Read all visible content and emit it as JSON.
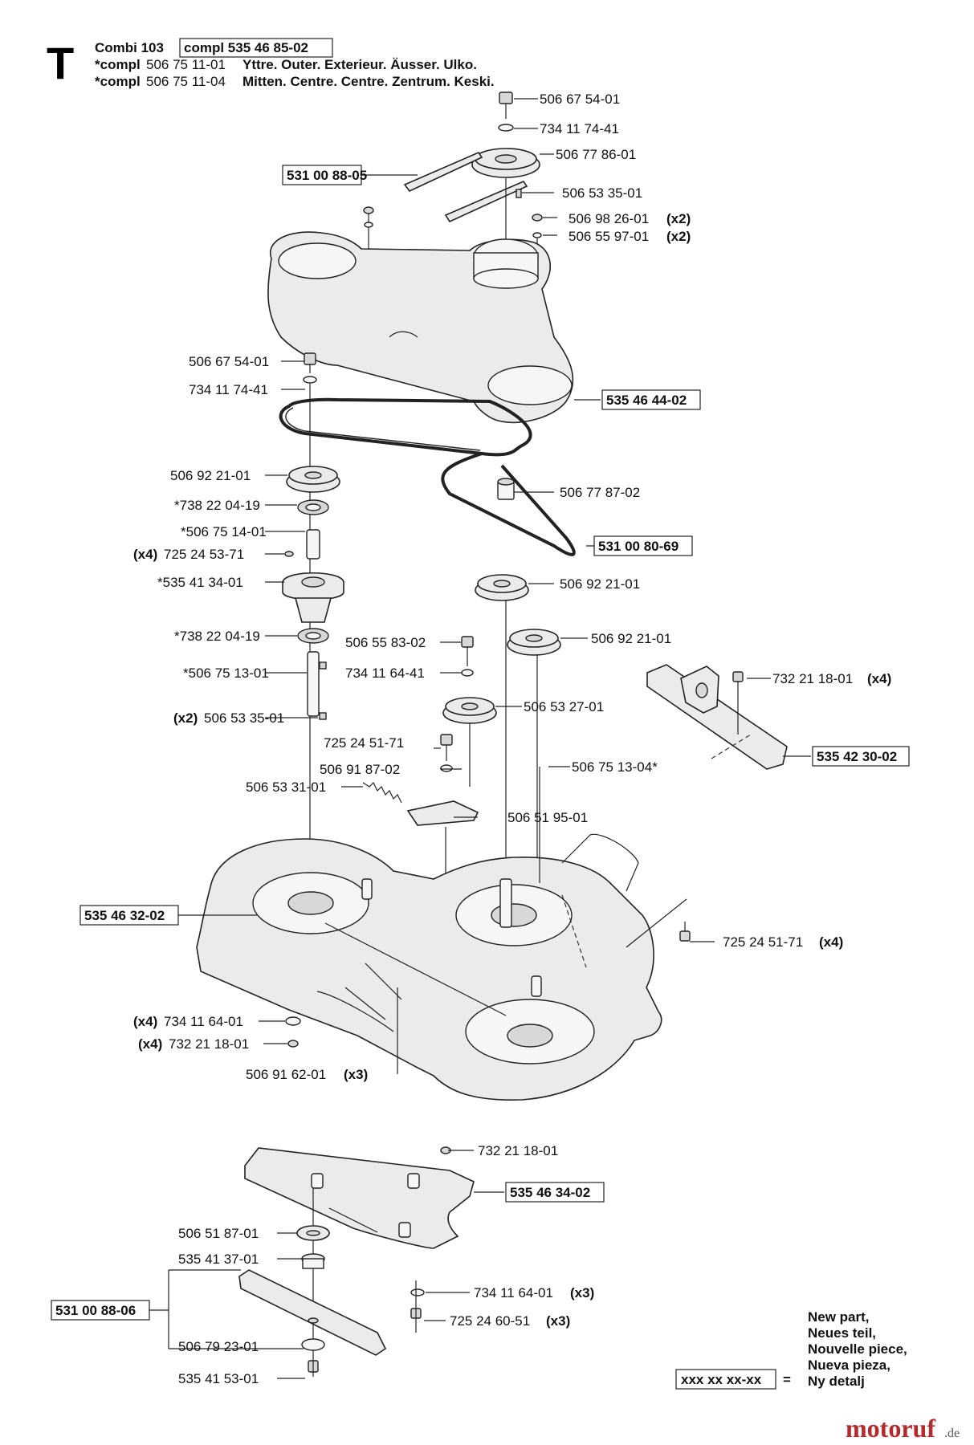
{
  "header": {
    "section": "T",
    "line1_model": "Combi 103",
    "line1_compl": "compl 535 46 85-02",
    "line2_prefix": "*compl",
    "line2_num": "506 75 11-01",
    "line2_desc": "Yttre. Outer. Exterieur. Äusser. Ulko.",
    "line3_prefix": "*compl",
    "line3_num": "506 75 11-04",
    "line3_desc": "Mitten. Centre. Centre. Zentrum. Keski."
  },
  "labels": {
    "p1": "506 67 54-01",
    "p2": "734 11 74-41",
    "p3": "506 77 86-01",
    "p4": "531 00 88-05",
    "p5": "506 53 35-01",
    "p6": "506 98 26-01",
    "p6q": "(x2)",
    "p7": "506 55 97-01",
    "p7q": "(x2)",
    "p8": "506 67 54-01",
    "p9": "734 11 74-41",
    "p10": "535 46 44-02",
    "p11": "506 92 21-01",
    "p12": "506 77 87-02",
    "p13": "*738 22 04-19",
    "p14": "*506 75 14-01",
    "p15q": "(x4)",
    "p15": "725 24 53-71",
    "p16": "531 00 80-69",
    "p17": "*535 41 34-01",
    "p18": "506 92 21-01",
    "p19": "*738 22 04-19",
    "p20": "506 55 83-02",
    "p21": "506 92 21-01",
    "p22": "732 21 18-01",
    "p22q": "(x4)",
    "p23": "*506 75 13-01",
    "p24": "734 11 64-41",
    "p25": "506 53 27-01",
    "p26q": "(x2)",
    "p26": "506 53 35-01",
    "p27": "725 24 51-71",
    "p28": "535 42 30-02",
    "p29": "506 91 87-02",
    "p30": "506 75 13-04*",
    "p31": "506 53 31-01",
    "p32": "506 51 95-01",
    "p33": "535 46 32-02",
    "p34": "725 24 51-71",
    "p34q": "(x4)",
    "p35q": "(x4)",
    "p35": "734 11 64-01",
    "p36q": "(x4)",
    "p36": "732 21 18-01",
    "p37": "506 91 62-01",
    "p37q": "(x3)",
    "p38": "732 21 18-01",
    "p39": "535 46 34-02",
    "p40": "506 51 87-01",
    "p41": "535 41 37-01",
    "p42": "734 11 64-01",
    "p42q": "(x3)",
    "p43": "531 00 88-06",
    "p44": "725 24 60-51",
    "p44q": "(x3)",
    "p45": "506 79 23-01",
    "p46": "535 41 53-01"
  },
  "legend": {
    "l1": "New part,",
    "l2": "Neues teil,",
    "l3": "Nouvelle piece,",
    "l4": "Nueva pieza,",
    "l5": "Ny detalj",
    "code": "xxx xx xx-xx",
    "eq": "="
  },
  "watermark": {
    "brand": "motoruf",
    "tld": ".de"
  }
}
